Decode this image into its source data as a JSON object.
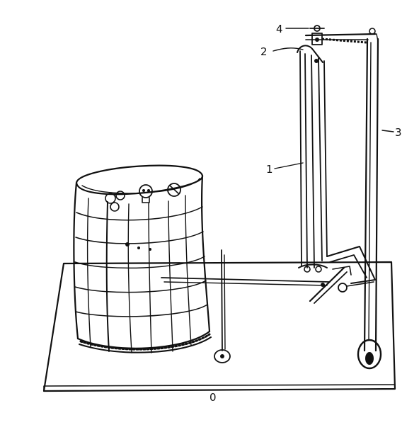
{
  "diagram": {
    "labels": {
      "part_1": "1",
      "part_2": "2",
      "part_3": "3",
      "part_4": "4",
      "base_mark": "0"
    },
    "ink_color": "#111111",
    "paper_color": "#ffffff"
  }
}
